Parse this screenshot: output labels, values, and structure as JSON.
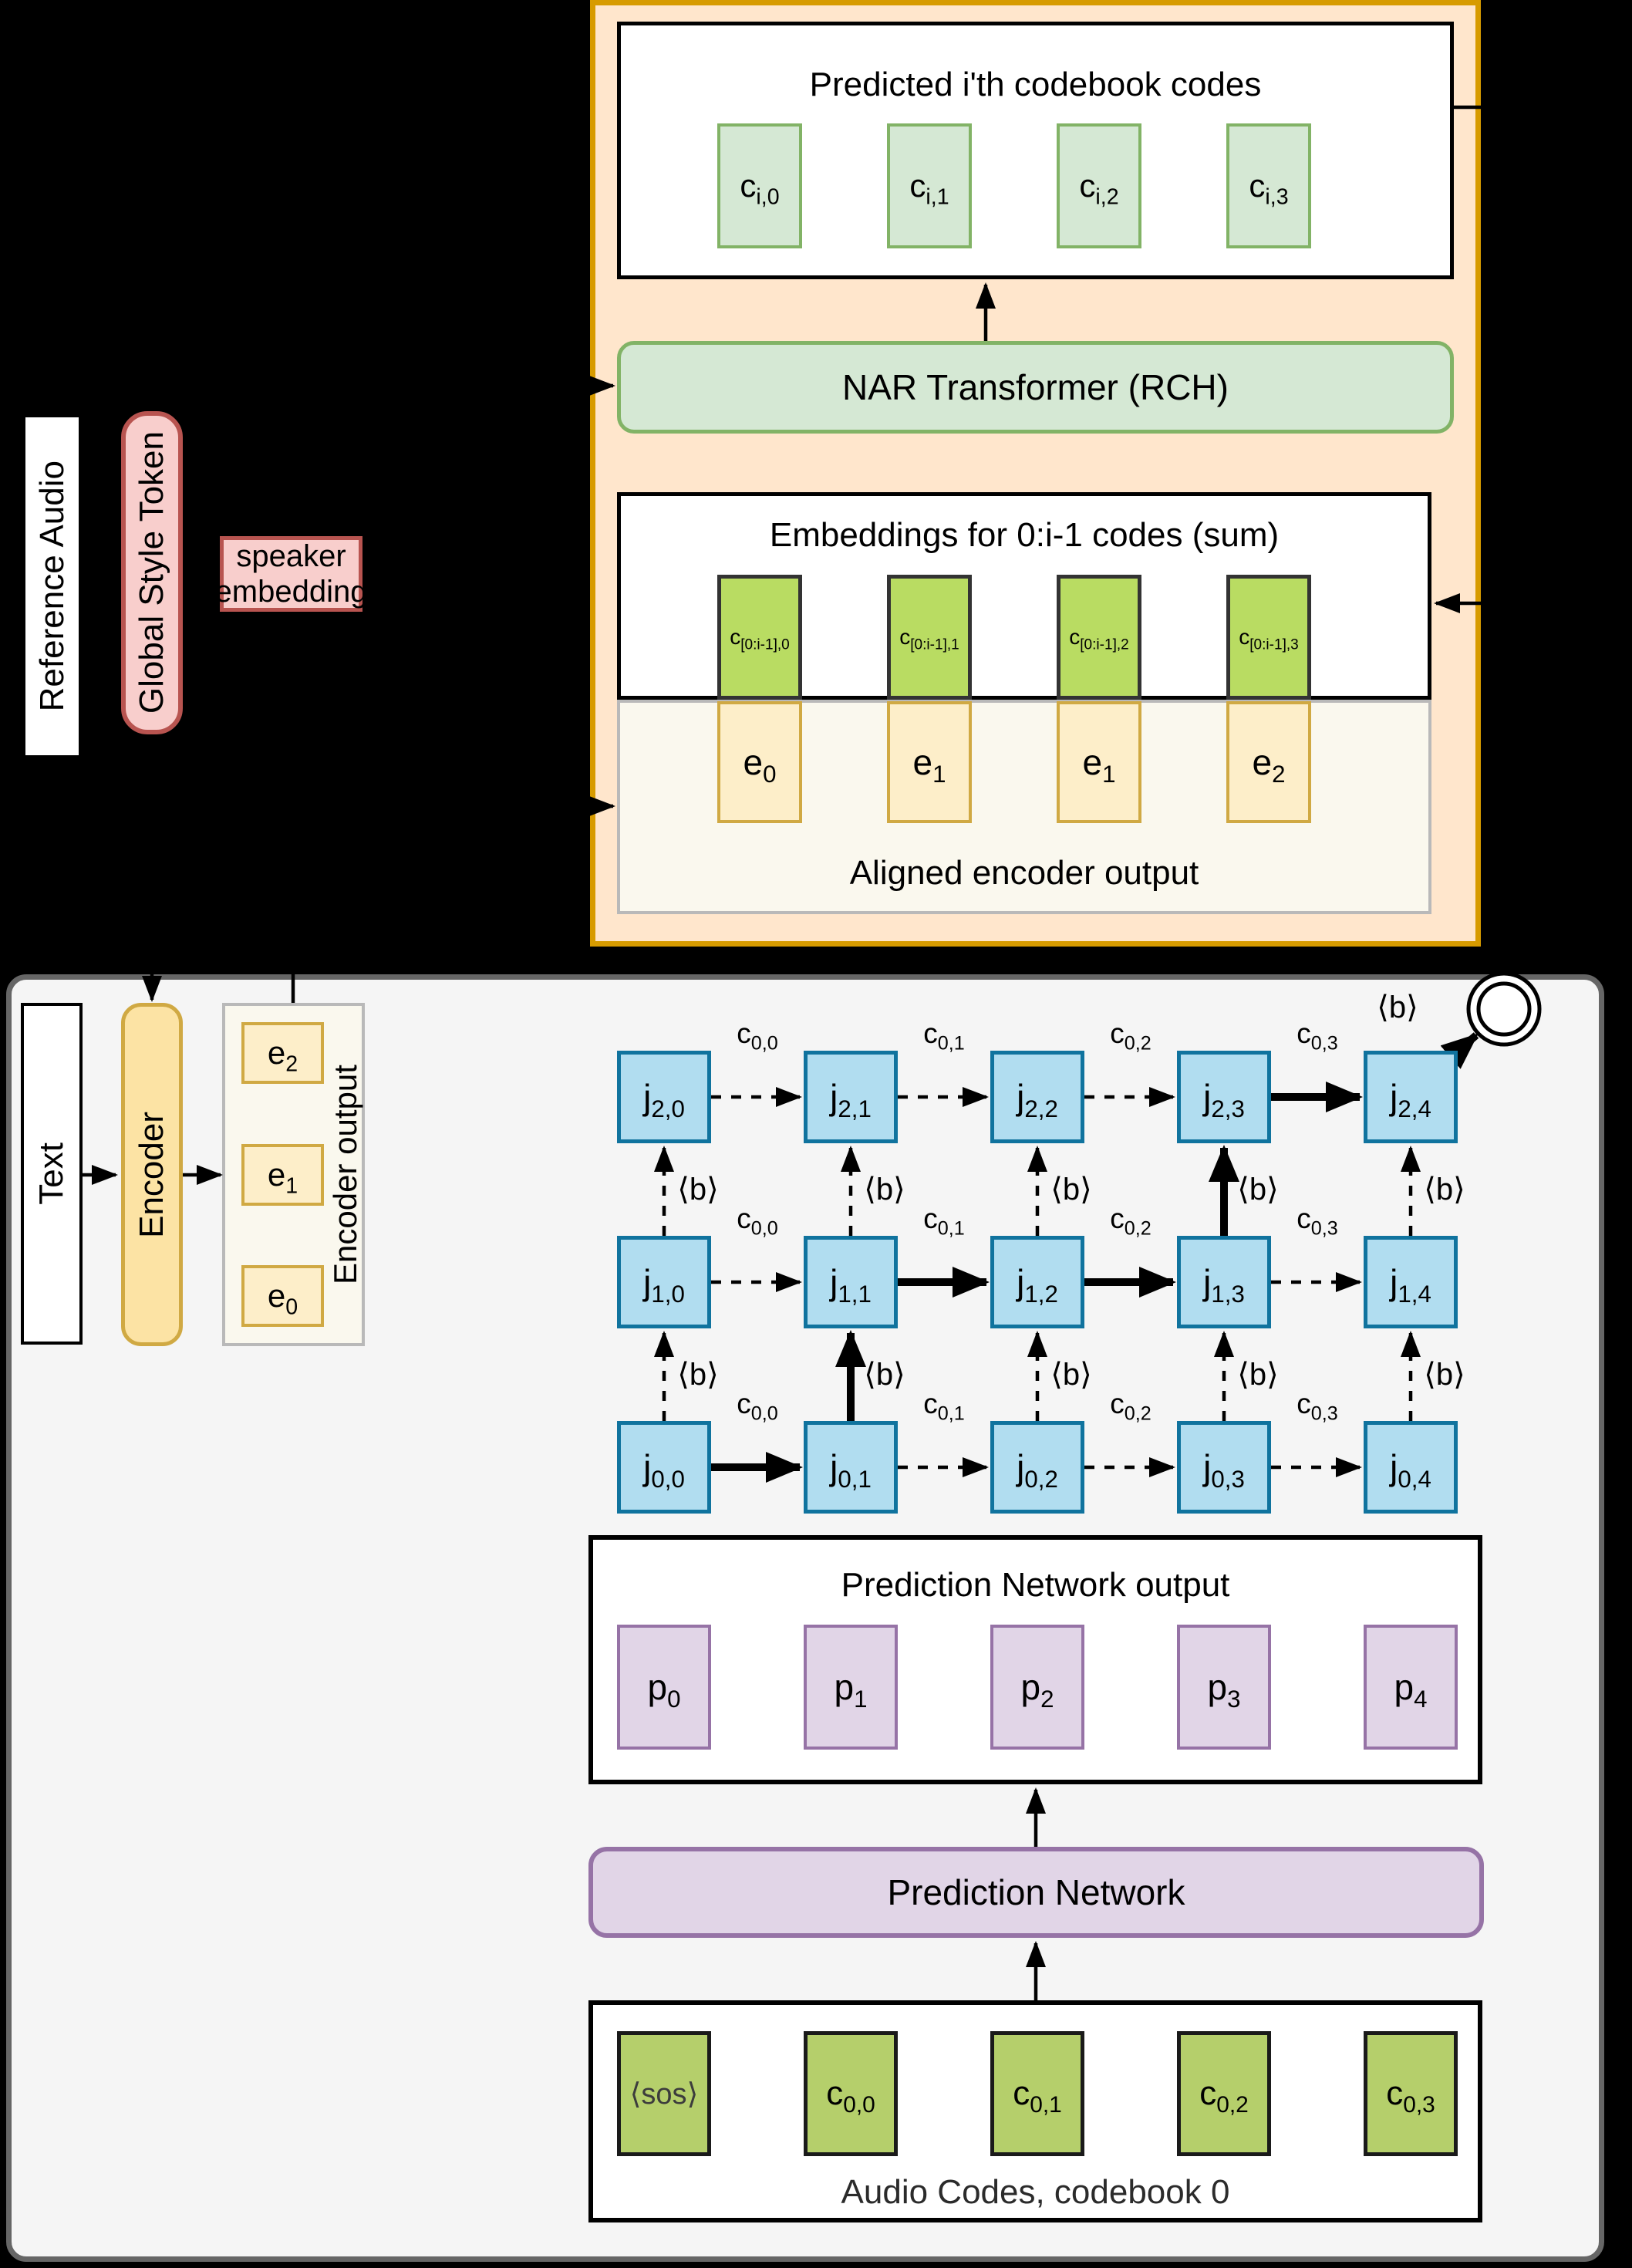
{
  "colors": {
    "background": "#000000",
    "orange_panel_fill": "#ffe6cc",
    "orange_panel_border": "#d79b00",
    "green_fill": "#d5e8d4",
    "green_border": "#82b366",
    "lime_fill": "#b9dc62",
    "lime_border": "#333333",
    "yellow_fill": "#fdeec9",
    "yellow_border": "#d0a943",
    "ivory_fill": "#faf8ee",
    "ivory_border": "#b9b9b9",
    "pink_fill": "#f8cecc",
    "pink_border": "#b85450",
    "purple_fill": "#e1d5e7",
    "purple_border": "#9673a6",
    "blue_fill": "#b1ddf0",
    "blue_border": "#10739e",
    "gray_panel_fill": "#f5f5f5",
    "gray_panel_border": "#666666",
    "encoder_fill": "#fce3a4",
    "audio_cell_fill": "#b5cf6b"
  },
  "left_column": {
    "reference_audio": "Reference Audio",
    "global_style_token": "Global Style Token",
    "speaker_embedding_line1": "speaker",
    "speaker_embedding_line2": "embedding"
  },
  "orange_panel": {
    "predicted_title": "Predicted i'th codebook codes",
    "predicted_cells": [
      {
        "base": "c",
        "sub": "i,0"
      },
      {
        "base": "c",
        "sub": "i,1"
      },
      {
        "base": "c",
        "sub": "i,2"
      },
      {
        "base": "c",
        "sub": "i,3"
      }
    ],
    "nar_label": "NAR Transformer (RCH)",
    "embeddings_title": "Embeddings for 0:i-1 codes (sum)",
    "embedding_cells": [
      {
        "base": "c",
        "sub": "[0:i-1],0"
      },
      {
        "base": "c",
        "sub": "[0:i-1],1"
      },
      {
        "base": "c",
        "sub": "[0:i-1],2"
      },
      {
        "base": "c",
        "sub": "[0:i-1],3"
      }
    ],
    "aligned_cells": [
      {
        "base": "e",
        "sub": "0"
      },
      {
        "base": "e",
        "sub": "1"
      },
      {
        "base": "e",
        "sub": "1"
      },
      {
        "base": "e",
        "sub": "2"
      }
    ],
    "aligned_title": "Aligned encoder output"
  },
  "encoder_column": {
    "text_label": "Text",
    "encoder_label": "Encoder",
    "encoder_output_label": "Encoder output",
    "encoder_output_cells": [
      {
        "base": "e",
        "sub": "2"
      },
      {
        "base": "e",
        "sub": "1"
      },
      {
        "base": "e",
        "sub": "0"
      }
    ]
  },
  "lattice": {
    "nodes": [
      [
        {
          "base": "j",
          "sub": "2,0"
        },
        {
          "base": "j",
          "sub": "2,1"
        },
        {
          "base": "j",
          "sub": "2,2"
        },
        {
          "base": "j",
          "sub": "2,3"
        },
        {
          "base": "j",
          "sub": "2,4"
        }
      ],
      [
        {
          "base": "j",
          "sub": "1,0"
        },
        {
          "base": "j",
          "sub": "1,1"
        },
        {
          "base": "j",
          "sub": "1,2"
        },
        {
          "base": "j",
          "sub": "1,3"
        },
        {
          "base": "j",
          "sub": "1,4"
        }
      ],
      [
        {
          "base": "j",
          "sub": "0,0"
        },
        {
          "base": "j",
          "sub": "0,1"
        },
        {
          "base": "j",
          "sub": "0,2"
        },
        {
          "base": "j",
          "sub": "0,3"
        },
        {
          "base": "j",
          "sub": "0,4"
        }
      ]
    ],
    "code_edge_labels": [
      {
        "base": "c",
        "sub": "0,0"
      },
      {
        "base": "c",
        "sub": "0,1"
      },
      {
        "base": "c",
        "sub": "0,2"
      },
      {
        "base": "c",
        "sub": "0,3"
      }
    ],
    "blank_label": "⟨b⟩",
    "final_blank_label": "⟨b⟩"
  },
  "bottom": {
    "prediction_output_title": "Prediction Network output",
    "p_cells": [
      {
        "base": "p",
        "sub": "0"
      },
      {
        "base": "p",
        "sub": "1"
      },
      {
        "base": "p",
        "sub": "2"
      },
      {
        "base": "p",
        "sub": "3"
      },
      {
        "base": "p",
        "sub": "4"
      }
    ],
    "prediction_network_label": "Prediction Network",
    "audio_title": "Audio Codes, codebook 0",
    "audio_cells": [
      {
        "base": "⟨sos⟩",
        "sub": "",
        "muted": true
      },
      {
        "base": "c",
        "sub": "0,0"
      },
      {
        "base": "c",
        "sub": "0,1"
      },
      {
        "base": "c",
        "sub": "0,2"
      },
      {
        "base": "c",
        "sub": "0,3"
      }
    ]
  }
}
